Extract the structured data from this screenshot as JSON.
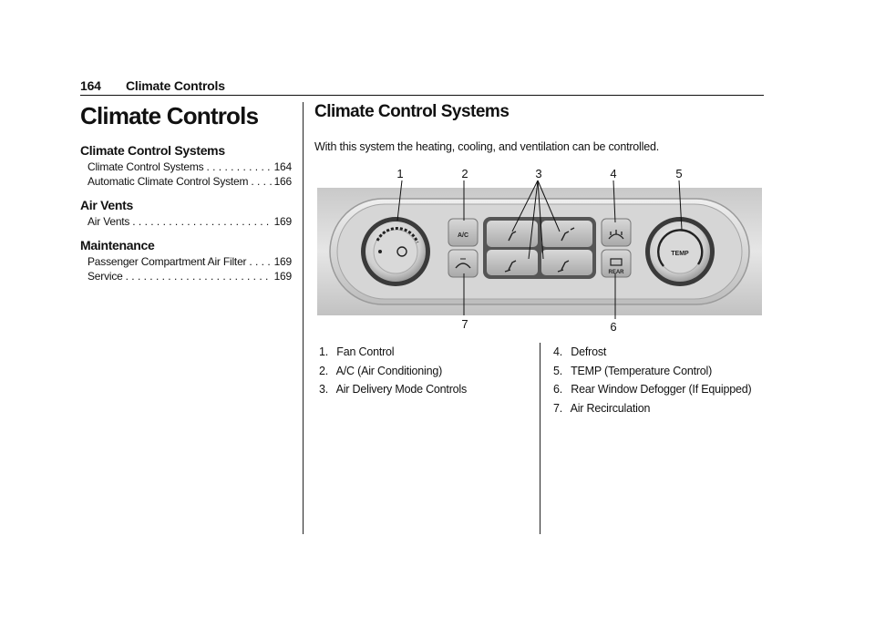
{
  "header": {
    "page_number": "164",
    "section": "Climate Controls"
  },
  "left": {
    "title": "Climate Controls",
    "sections": [
      {
        "heading": "Climate Control Systems",
        "entries": [
          {
            "label": "Climate Control Systems",
            "page": "164"
          },
          {
            "label": "Automatic Climate Control System",
            "page": "166"
          }
        ]
      },
      {
        "heading": "Air Vents",
        "entries": [
          {
            "label": "Air Vents",
            "page": "169"
          }
        ]
      },
      {
        "heading": "Maintenance",
        "entries": [
          {
            "label": "Passenger Compartment Air Filter",
            "page": "169"
          },
          {
            "label": "Service",
            "page": "169"
          }
        ]
      }
    ]
  },
  "right": {
    "heading": "Climate Control Systems",
    "intro": "With this system the heating, cooling, and ventilation can be controlled.",
    "figure": {
      "callouts": [
        "1",
        "2",
        "3",
        "4",
        "5",
        "6",
        "7"
      ],
      "button_labels": {
        "ac": "A/C",
        "rear": "REAR",
        "temp": "TEMP"
      }
    },
    "legend_left": [
      {
        "num": "1.",
        "text": "Fan Control"
      },
      {
        "num": "2.",
        "text": "A/C (Air Conditioning)"
      },
      {
        "num": "3.",
        "text": "Air Delivery Mode Controls"
      }
    ],
    "legend_right": [
      {
        "num": "4.",
        "text": "Defrost"
      },
      {
        "num": "5.",
        "text": "TEMP (Temperature Control)"
      },
      {
        "num": "6.",
        "text": "Rear Window Defogger (If Equipped)"
      },
      {
        "num": "7.",
        "text": "Air Recirculation"
      }
    ]
  }
}
